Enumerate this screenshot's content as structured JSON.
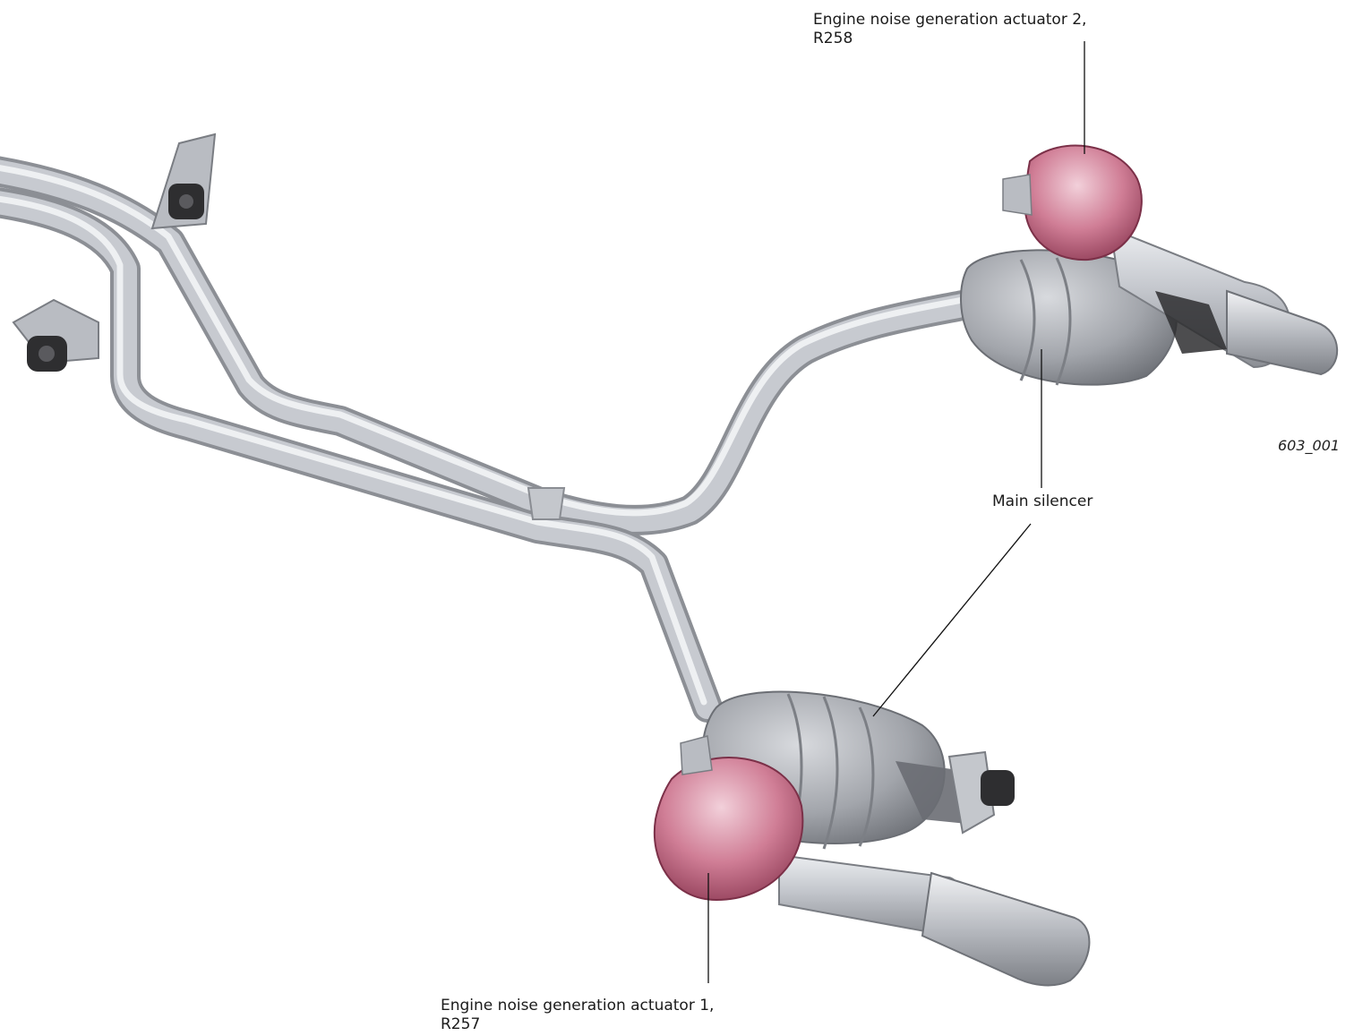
{
  "figure_number": "603_001",
  "callouts": {
    "actuator2": {
      "line1": "Engine noise generation actuator 2,",
      "line2": "R258"
    },
    "main_silencer": {
      "text": "Main silencer"
    },
    "actuator1": {
      "line1": "Engine noise generation actuator 1,",
      "line2": "R257"
    }
  },
  "colors": {
    "pipe": "#b9bcc2",
    "pipe_highlight": "#e9eaee",
    "pipe_shadow": "#878a90",
    "silencer": "#9a9da3",
    "actuator": "#c96a85",
    "actuator_highlight": "#efc9d4",
    "rubber_mount": "#2e2e30"
  }
}
